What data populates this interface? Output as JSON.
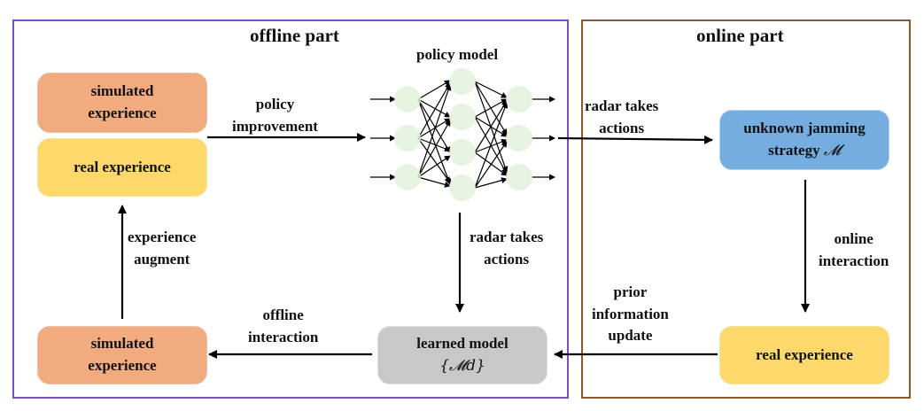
{
  "panels": {
    "offline_title": "offline part",
    "online_title": "online part"
  },
  "nodes": {
    "sim_top_line1": "simulated",
    "sim_top_line2": "experience",
    "real_left": "real experience",
    "sim_bottom_line1": "simulated",
    "sim_bottom_line2": "experience",
    "learned_model": "learned model",
    "learned_model_symbol": "{𝓜d}",
    "jamming_line1": "unknown jamming",
    "jamming_line2": "strategy",
    "jamming_symbol": "𝓜",
    "real_right": "real experience",
    "policy_model": "policy model"
  },
  "edges": {
    "policy_improvement_line1": "policy",
    "policy_improvement_line2": "improvement",
    "radar_top_line1": "radar takes",
    "radar_top_line2": "actions",
    "radar_mid_line1": "radar takes",
    "radar_mid_line2": "actions",
    "online_line1": "online",
    "online_line2": "interaction",
    "prior_line1": "prior",
    "prior_line2": "information",
    "prior_line3": "update",
    "offline_line1": "offline",
    "offline_line2": "interaction",
    "augment_line1": "experience",
    "augment_line2": "augment"
  },
  "colors": {
    "offline_border": "#7a4fc8",
    "online_border": "#8b5a2b",
    "orange_box": "#f2ab7e",
    "yellow_box": "#fcd96a",
    "blue_box": "#76ade0",
    "grey_box": "#c8c8c8",
    "neuron": "#e2f2dc"
  }
}
